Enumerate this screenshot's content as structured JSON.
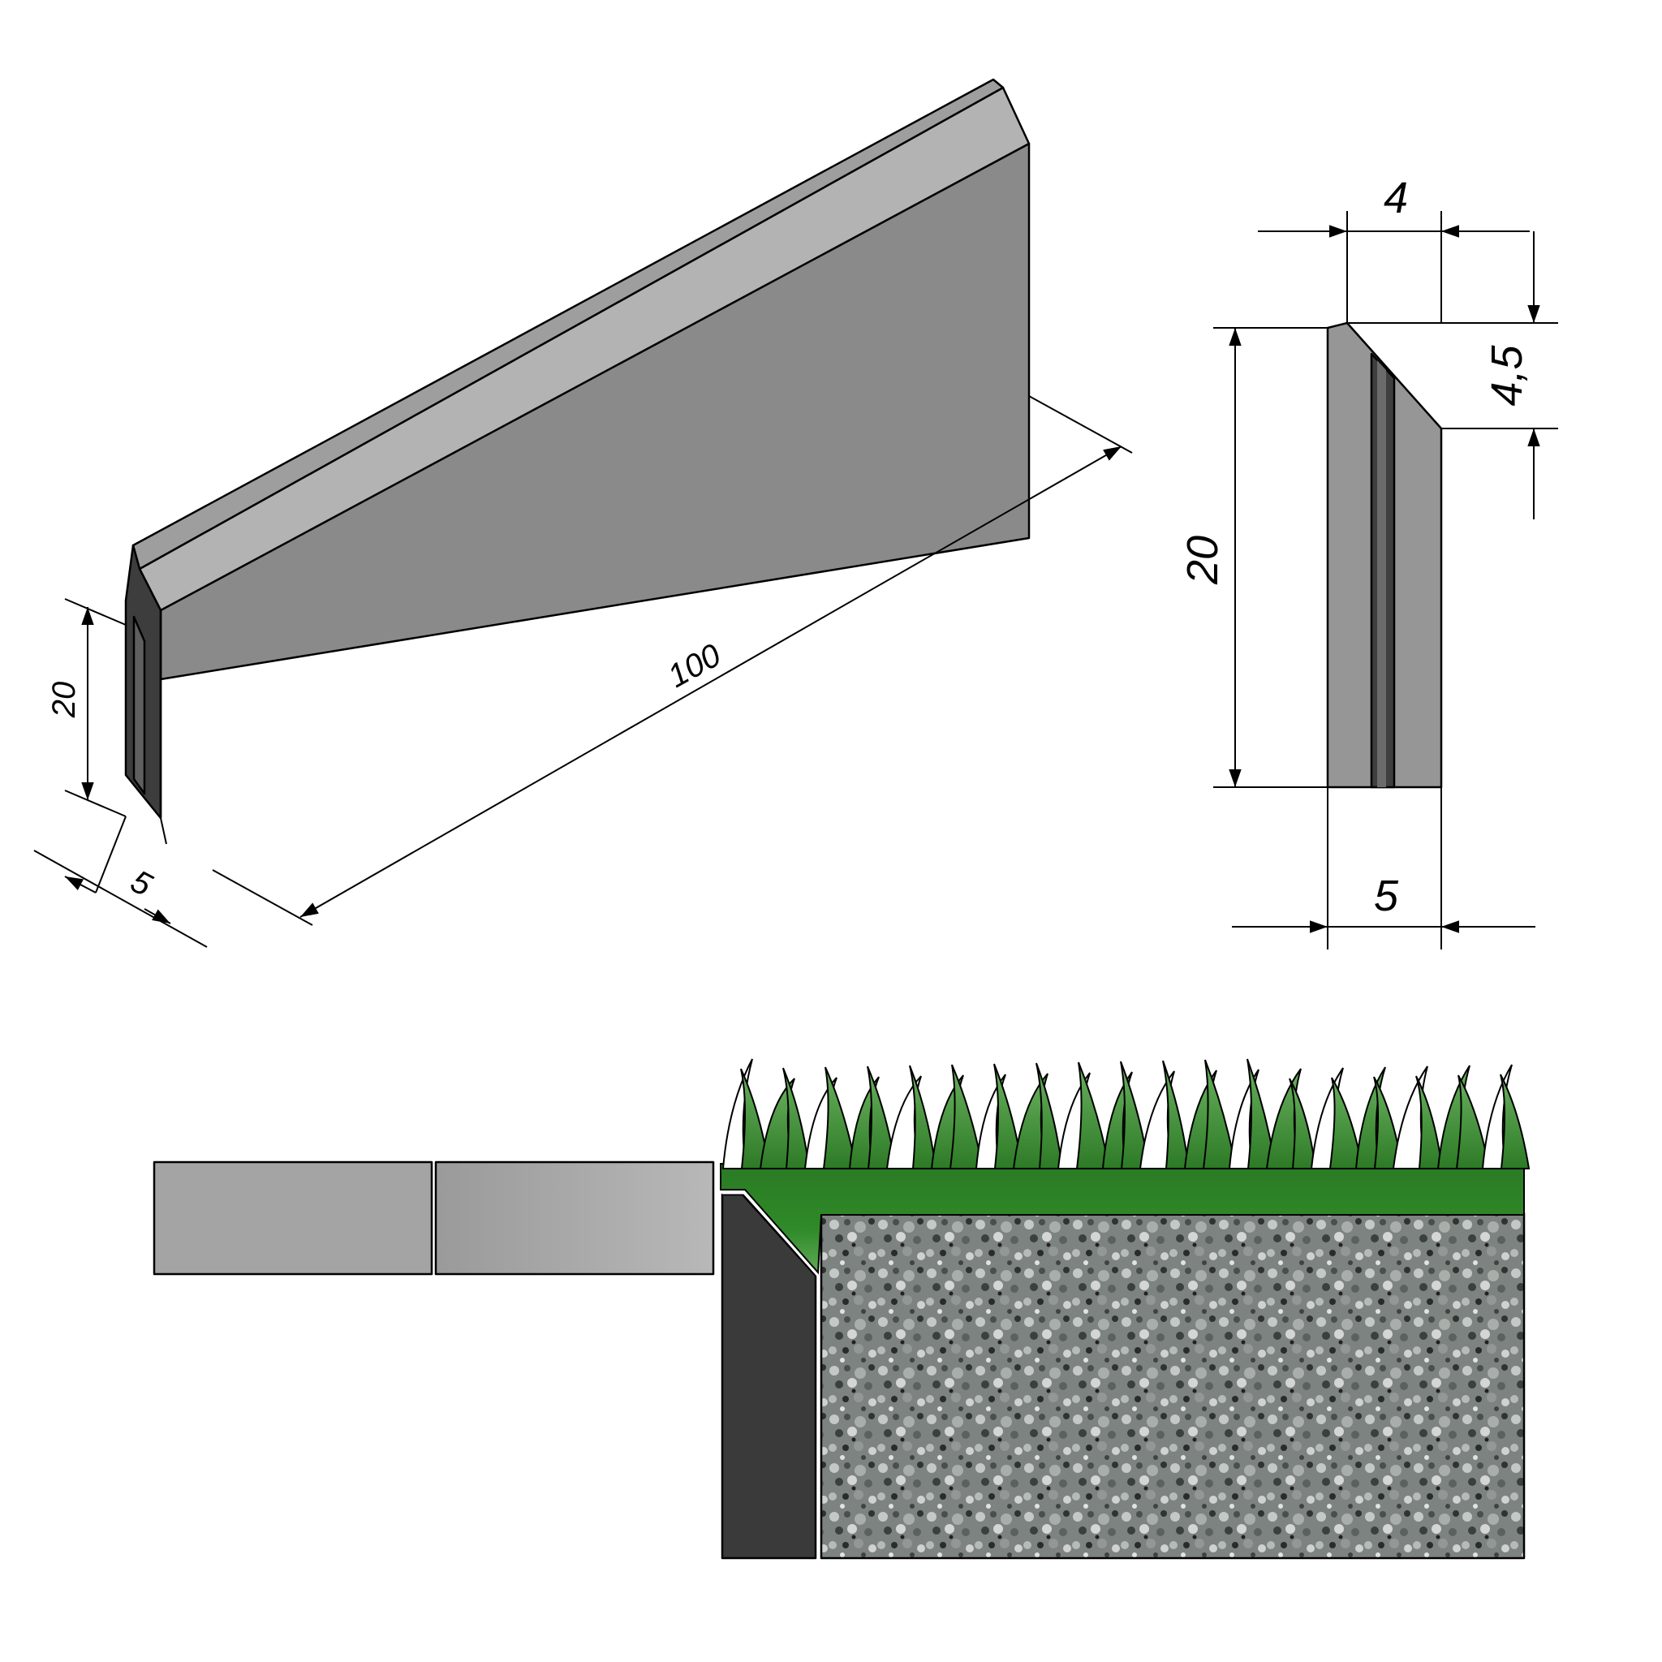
{
  "iso_view": {
    "height_label": "20",
    "width_label": "5",
    "length_label": "100"
  },
  "section_view": {
    "top_width_label": "4",
    "chamfer_label": "4,5",
    "height_label": "20",
    "base_width_label": "5"
  },
  "colors": {
    "concrete_light": "#b4b4b4",
    "concrete_mid": "#8a8a8a",
    "concrete_dark": "#444444",
    "edging_dark": "#3a3a3a",
    "grass_green": "#2e7d2b",
    "grass_light": "#5aa350",
    "gravel": "#8f9491"
  }
}
